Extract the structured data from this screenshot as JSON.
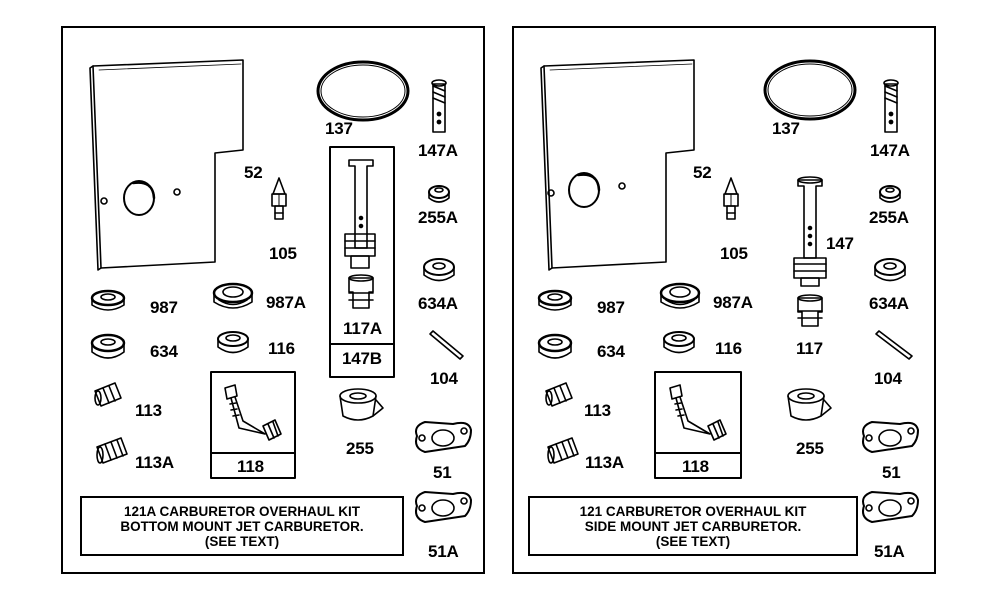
{
  "panels": [
    {
      "labels": {
        "p137": "137",
        "p147A": "147A",
        "p52": "52",
        "p255A": "255A",
        "p105": "105",
        "p634A": "634A",
        "p987": "987",
        "p987A": "987A",
        "p117A": "117A",
        "p634": "634",
        "p116": "116",
        "p147B": "147B",
        "p104": "104",
        "p113": "113",
        "p255": "255",
        "p51": "51",
        "p113A": "113A",
        "p118": "118",
        "p51A": "51A"
      },
      "caption": {
        "line1": "121A CARBURETOR OVERHAUL KIT",
        "line2": "BOTTOM MOUNT JET CARBURETOR.",
        "line3": "(SEE TEXT)"
      }
    },
    {
      "labels": {
        "p137": "137",
        "p147A": "147A",
        "p52": "52",
        "p255A": "255A",
        "p105": "105",
        "p147": "147",
        "p634A": "634A",
        "p987": "987",
        "p987A": "987A",
        "p634": "634",
        "p116": "116",
        "p117": "117",
        "p104": "104",
        "p113": "113",
        "p255": "255",
        "p51": "51",
        "p113A": "113A",
        "p118": "118",
        "p51A": "51A"
      },
      "caption": {
        "line1": "121 CARBURETOR OVERHAUL KIT",
        "line2": "SIDE MOUNT JET CARBURETOR.",
        "line3": "(SEE TEXT)"
      }
    }
  ]
}
